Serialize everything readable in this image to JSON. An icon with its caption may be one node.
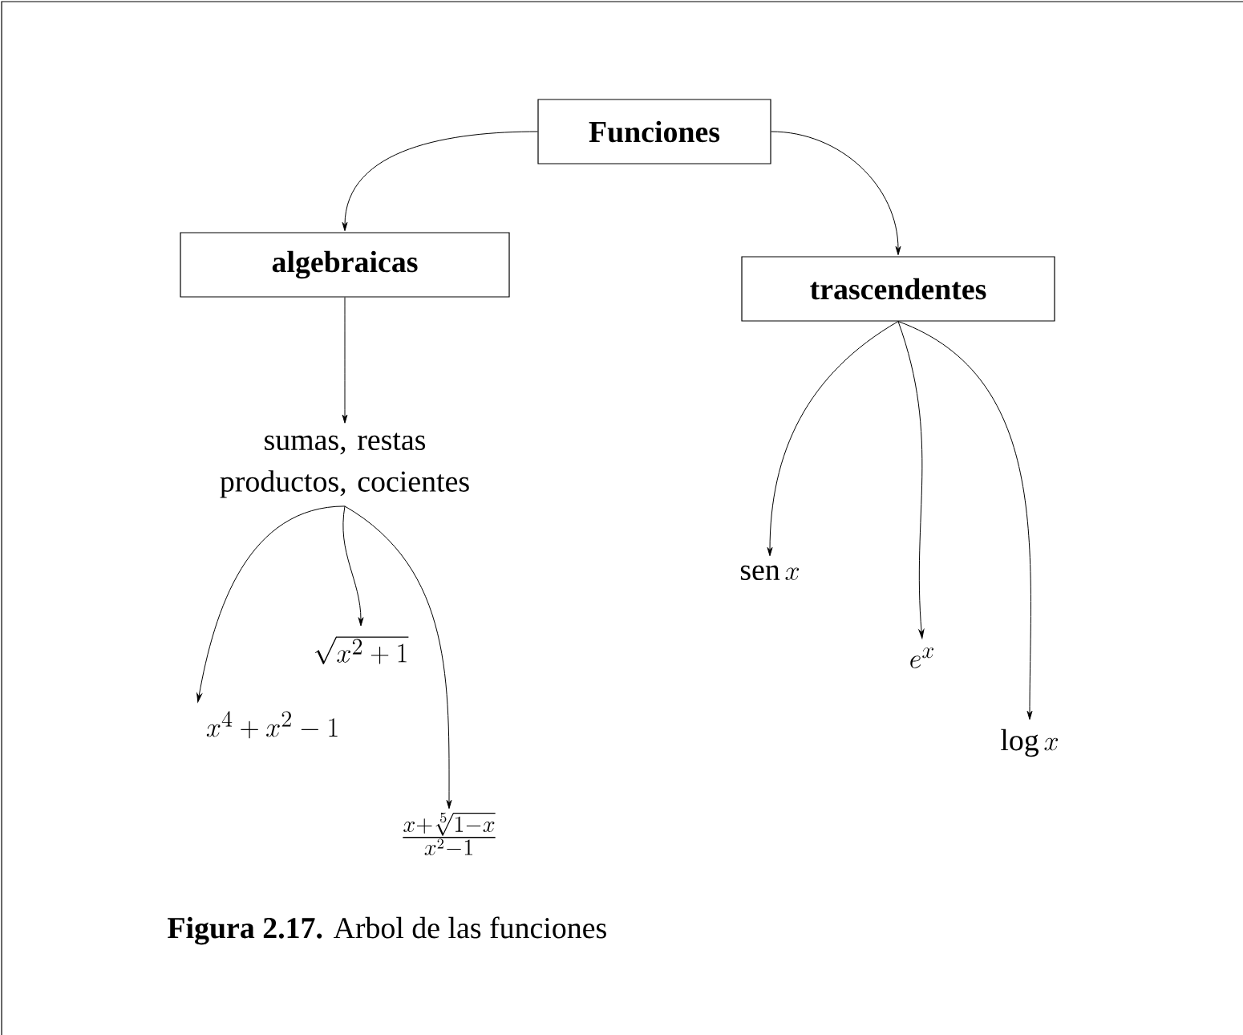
{
  "diagram": {
    "caption": "**Figura 2.17.** Arbol de las funciones",
    "nodes": [
      {
        "text": [
          "Funciones"
        ]
      },
      {
        "text": [
          "algebraicas"
        ]
      },
      {
        "text": [
          "trascendentes"
        ]
      },
      {
        "text": [
          "sumas, restas productos, cocientes"
        ]
      },
      {
        "text": [
          "\\operatorname{sen} x"
        ]
      },
      {
        "text": [
          "e^x"
        ]
      },
      {
        "text": [
          "\\log x"
        ]
      },
      {
        "text": [
          "\\sqrt{x^2+1}"
        ]
      },
      {
        "text": [
          "x^4+x^2-1"
        ]
      },
      {
        "text": [
          "\\frac{x+\\sqrt[5]{1-x}}{x^2-1}"
        ]
      }
    ],
    "edges": [
      {
        "from": 0,
        "to": 1,
        "arrow": "to"
      },
      {
        "from": 0,
        "to": 2,
        "arrow": "to"
      },
      {
        "from": 1,
        "to": 3,
        "arrow": "to"
      },
      {
        "from": 2,
        "to": 4,
        "arrow": "to"
      },
      {
        "from": 2,
        "to": 5,
        "arrow": "to"
      },
      {
        "from": 2,
        "to": 6,
        "arrow": "to"
      },
      {
        "from": 3,
        "to": 8,
        "arrow": "to"
      },
      {
        "from": 3,
        "to": 7,
        "arrow": "to"
      },
      {
        "from": 3,
        "to": 9,
        "arrow": "to"
      }
    ]
  }
}
